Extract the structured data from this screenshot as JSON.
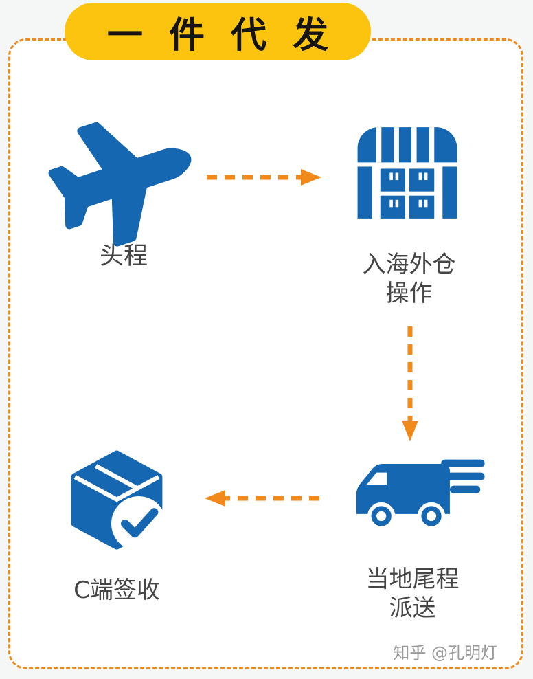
{
  "header": {
    "title": "一 件 代 发"
  },
  "flow": {
    "step1": {
      "name": "first-leg",
      "label": "头程",
      "icon": "airplane-icon"
    },
    "step2": {
      "name": "overseas-warehouse-operation",
      "label_line1": "入海外仓",
      "label_line2": "操作",
      "icon": "warehouse-icon"
    },
    "step3": {
      "name": "local-last-mile-delivery",
      "label_line1": "当地尾程",
      "label_line2": "派送",
      "icon": "delivery-truck-icon"
    },
    "step4": {
      "name": "c-end-sign-off",
      "label": "C端签收",
      "icon": "package-check-icon"
    }
  },
  "connectors": [
    {
      "name": "arrow-plane-to-warehouse",
      "direction": "right",
      "style": "dashed"
    },
    {
      "name": "arrow-warehouse-to-truck",
      "direction": "down",
      "style": "dashed"
    },
    {
      "name": "arrow-truck-to-package",
      "direction": "left",
      "style": "dashed"
    }
  ],
  "watermark": {
    "text": "知乎 @孔明灯"
  },
  "colors": {
    "icon_blue": "#1567b2",
    "arrow_orange": "#f28a1b",
    "header_yellow": "#fcc40e",
    "label_text": "#454545",
    "watermark_gray": "#9a9a9a",
    "panel_bg": "#ffffff",
    "page_bg": "#f5f6f6"
  }
}
